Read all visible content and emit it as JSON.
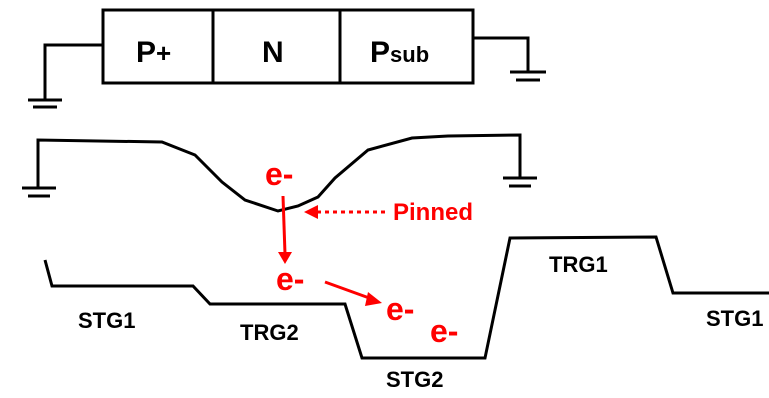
{
  "structure": {
    "regions": [
      {
        "label_main": "P",
        "label_sub": "+"
      },
      {
        "label_main": "N",
        "label_sub": ""
      },
      {
        "label_main": "P",
        "label_sub": "sub"
      }
    ]
  },
  "potential_labels": {
    "stg1_left": "STG1",
    "trg2": "TRG2",
    "stg2": "STG2",
    "trg1": "TRG1",
    "stg1_right": "STG1"
  },
  "annotations": {
    "electron_1": "e-",
    "electron_2": "e-",
    "electron_3": "e-",
    "electron_4": "e-",
    "pinned": "Pinned"
  },
  "colors": {
    "line": "#000000",
    "accent": "#ff0000",
    "background": "#ffffff"
  }
}
